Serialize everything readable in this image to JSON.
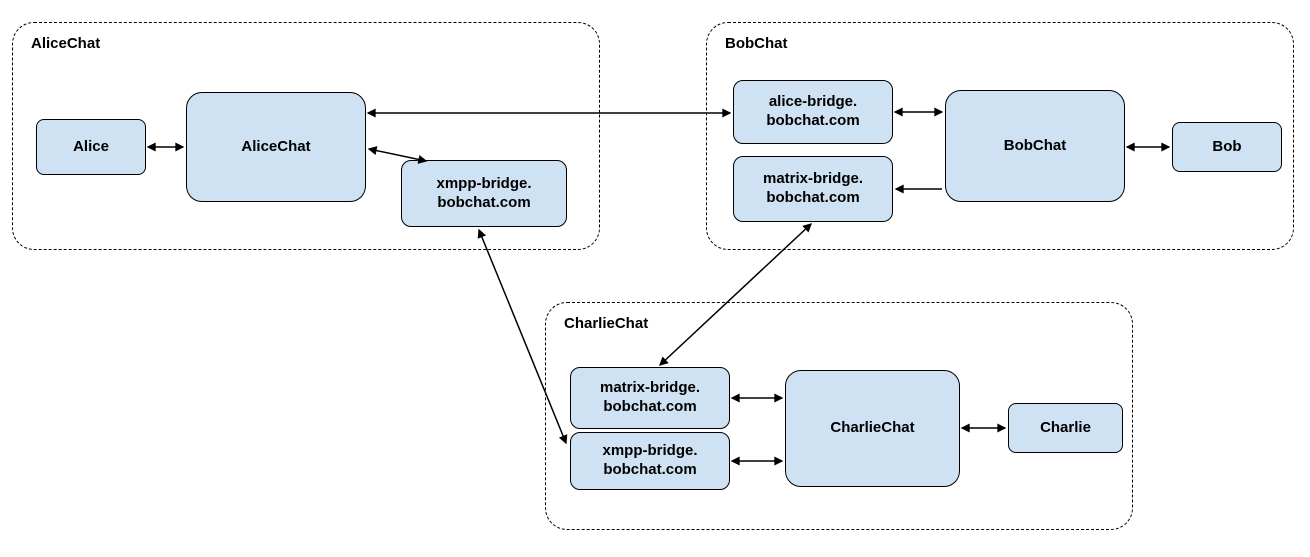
{
  "diagram": {
    "groups": {
      "alicechat": {
        "label": "AliceChat"
      },
      "bobchat": {
        "label": "BobChat"
      },
      "charliechat": {
        "label": "CharlieChat"
      }
    },
    "nodes": {
      "alice": {
        "label": "Alice",
        "group": "alicechat"
      },
      "alicechat_server": {
        "label": "AliceChat",
        "group": "alicechat"
      },
      "xmpp_bridge_a": {
        "label": "xmpp-bridge.\nbobchat.com",
        "group": "alicechat"
      },
      "alice_bridge_b": {
        "label": "alice-bridge.\nbobchat.com",
        "group": "bobchat"
      },
      "matrix_bridge_b": {
        "label": "matrix-bridge.\nbobchat.com",
        "group": "bobchat"
      },
      "bobchat_server": {
        "label": "BobChat",
        "group": "bobchat"
      },
      "bob": {
        "label": "Bob",
        "group": "bobchat"
      },
      "matrix_bridge_c": {
        "label": "matrix-bridge.\nbobchat.com",
        "group": "charliechat"
      },
      "xmpp_bridge_c": {
        "label": "xmpp-bridge.\nbobchat.com",
        "group": "charliechat"
      },
      "charliechat_server": {
        "label": "CharlieChat",
        "group": "charliechat"
      },
      "charlie": {
        "label": "Charlie",
        "group": "charliechat"
      }
    },
    "edges": [
      {
        "from": "alice",
        "to": "alicechat_server",
        "arrows": "both"
      },
      {
        "from": "alicechat_server",
        "to": "xmpp_bridge_a",
        "arrows": "both"
      },
      {
        "from": "alicechat_server",
        "to": "alice_bridge_b",
        "arrows": "both"
      },
      {
        "from": "alice_bridge_b",
        "to": "bobchat_server",
        "arrows": "both"
      },
      {
        "from": "bobchat_server",
        "to": "matrix_bridge_b",
        "arrows": "end"
      },
      {
        "from": "bobchat_server",
        "to": "bob",
        "arrows": "both"
      },
      {
        "from": "xmpp_bridge_a",
        "to": "xmpp_bridge_c",
        "arrows": "both"
      },
      {
        "from": "matrix_bridge_b",
        "to": "matrix_bridge_c",
        "arrows": "both"
      },
      {
        "from": "matrix_bridge_c",
        "to": "charliechat_server",
        "arrows": "both"
      },
      {
        "from": "xmpp_bridge_c",
        "to": "charliechat_server",
        "arrows": "both"
      },
      {
        "from": "charliechat_server",
        "to": "charlie",
        "arrows": "both"
      }
    ],
    "colors": {
      "node_fill": "#cfe2f3",
      "node_border": "#000000",
      "group_border": "#000000",
      "edge": "#000000",
      "background": "#ffffff"
    }
  }
}
